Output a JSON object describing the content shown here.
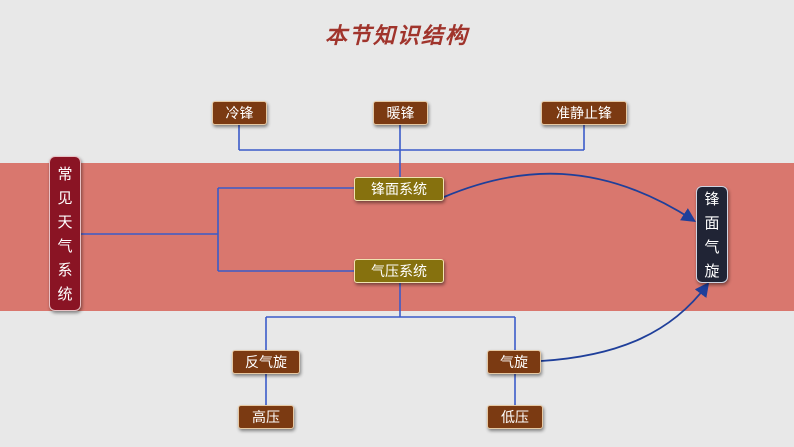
{
  "title": "本节知识结构",
  "nodes": {
    "left": [
      "常",
      "见",
      "天",
      "气",
      "系",
      "统"
    ],
    "cold_front": "冷锋",
    "warm_front": "暖锋",
    "stationary_front": "准静止锋",
    "frontal_system": "锋面系统",
    "pressure_system": "气压系统",
    "anticyclone": "反气旋",
    "cyclone": "气旋",
    "high_pressure": "高压",
    "low_pressure": "低压",
    "right": [
      "锋",
      "面",
      "气",
      "旋"
    ]
  }
}
